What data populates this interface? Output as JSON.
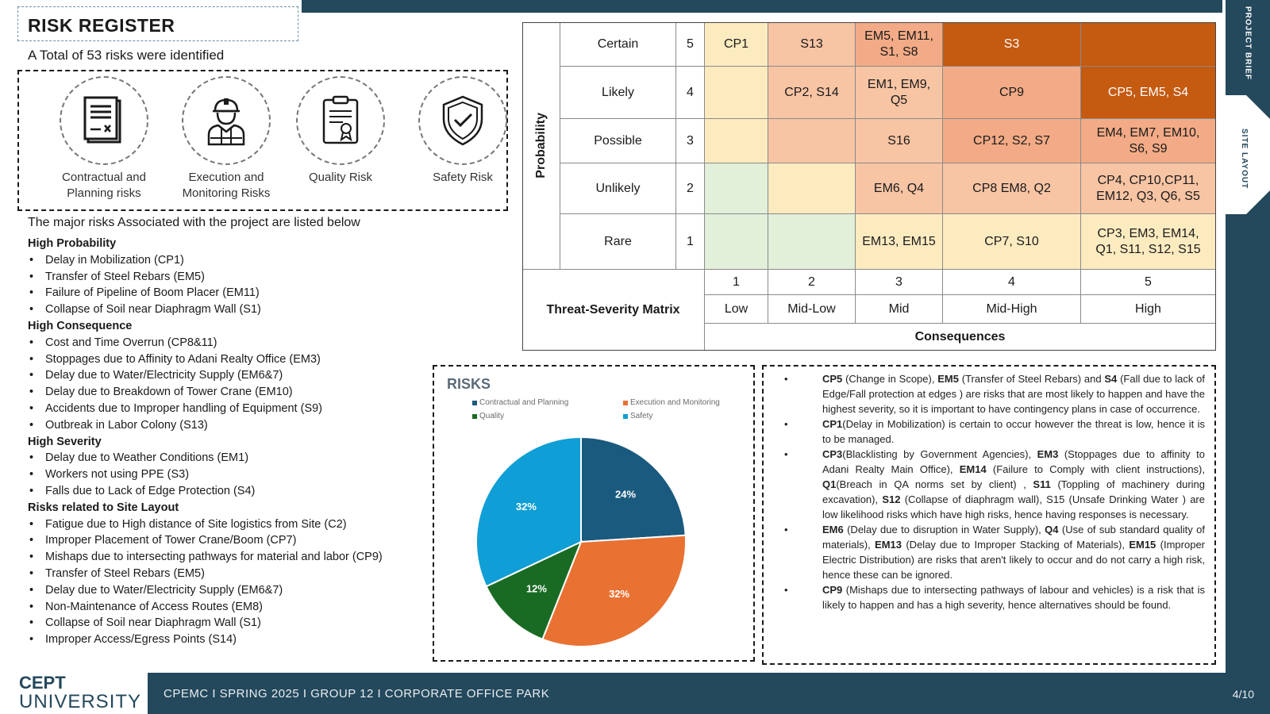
{
  "title": "RISK REGISTER",
  "total": "A Total of 53 risks were identified",
  "categories": [
    {
      "label": "Contractual and Planning risks",
      "icon": "contract-document-icon"
    },
    {
      "label": "Execution and Monitoring Risks",
      "icon": "construction-worker-icon"
    },
    {
      "label": "Quality Risk",
      "icon": "quality-certificate-icon"
    },
    {
      "label": "Safety Risk",
      "icon": "safety-shield-icon"
    }
  ],
  "major_intro": "The major risks Associated with the project are listed below",
  "risk_groups": [
    {
      "heading": "High Probability",
      "items": [
        "Delay in Mobilization (CP1)",
        "Transfer of Steel Rebars (EM5)",
        "Failure of Pipeline of Boom Placer (EM11)",
        "Collapse of Soil near Diaphragm Wall (S1)"
      ]
    },
    {
      "heading": "High Consequence",
      "items": [
        "Cost and Time Overrun (CP8&11)",
        "Stoppages due to Affinity to Adani Realty Office (EM3)",
        "Delay due to Water/Electricity Supply (EM6&7)",
        "Delay due to Breakdown of Tower Crane (EM10)",
        "Accidents due to Improper handling of Equipment (S9)",
        "Outbreak in Labor Colony (S13)"
      ]
    },
    {
      "heading": "High Severity",
      "items": [
        "Delay due to Weather Conditions (EM1)",
        "Workers not using PPE (S3)",
        "Falls due to Lack of Edge Protection (S4)"
      ]
    },
    {
      "heading": "Risks related to Site Layout",
      "items": [
        "Fatigue due to High distance of Site logistics from Site (C2)",
        "Improper Placement of Tower Crane/Boom (CP7)",
        "Mishaps due to intersecting pathways for material and labor (CP9)",
        "Transfer of Steel Rebars (EM5)",
        "Delay due to Water/Electricity Supply (EM6&7)",
        "Non-Maintenance of Access Routes (EM8)",
        "Collapse of Soil near Diaphragm Wall (S1)",
        "Improper Access/Egress Points (S14)"
      ]
    }
  ],
  "matrix": {
    "probability_label": "Probability",
    "rows": [
      {
        "label": "Certain",
        "num": "5",
        "cells": [
          "CP1",
          "S13",
          "EM5, EM11, S1, S8",
          "S3",
          ""
        ]
      },
      {
        "label": "Likely",
        "num": "4",
        "cells": [
          "",
          "CP2, S14",
          "EM1, EM9, Q5",
          "CP9",
          "CP5, EM5, S4"
        ]
      },
      {
        "label": "Possible",
        "num": "3",
        "cells": [
          "",
          "",
          "S16",
          "CP12, S2, S7",
          "EM4, EM7, EM10, S6, S9"
        ]
      },
      {
        "label": "Unlikely",
        "num": "2",
        "cells": [
          "",
          "",
          "EM6, Q4",
          "CP8 EM8, Q2",
          "CP4, CP10,CP11, EM12, Q3, Q6, S5"
        ]
      },
      {
        "label": "Rare",
        "num": "1",
        "cells": [
          "",
          "",
          "EM13, EM15",
          "CP7, S10",
          "CP3, EM3, EM14, Q1, S11, S12, S15"
        ]
      }
    ],
    "cell_colors": [
      [
        "#fdebc0",
        "#f7c4a4",
        "#f2ab86",
        "#c55a11",
        "#c55a11"
      ],
      [
        "#fdebc0",
        "#f7c4a4",
        "#f7c4a4",
        "#f2ab86",
        "#c55a11"
      ],
      [
        "#fdebc0",
        "#f7c4a4",
        "#f7c4a4",
        "#f2ab86",
        "#f2ab86"
      ],
      [
        "#e2efd9",
        "#fdebc0",
        "#f7c4a4",
        "#f7c4a4",
        "#f7c4a4"
      ],
      [
        "#e2efd9",
        "#e2efd9",
        "#fdebc0",
        "#fdebc0",
        "#fdebc0"
      ]
    ],
    "col_nums": [
      "1",
      "2",
      "3",
      "4",
      "5"
    ],
    "col_labels": [
      "Low",
      "Mid-Low",
      "Mid",
      "Mid-High",
      "High"
    ],
    "matrix_label": "Threat-Severity Matrix",
    "consequences_label": "Consequences"
  },
  "chart_data": {
    "type": "pie",
    "title": "RISKS",
    "legend": [
      "Contractual and Planning",
      "Execution and Monitoring",
      "Quality",
      "Safety"
    ],
    "labels": [
      "Contractual and Planning",
      "Execution and Monitoring",
      "Quality",
      "Safety"
    ],
    "values": [
      24,
      32,
      12,
      32
    ],
    "value_labels": [
      "24%",
      "32%",
      "12%",
      "32%"
    ],
    "colors": [
      "#1a5a7e",
      "#e97132",
      "#196b24",
      "#0f9ed5"
    ],
    "legend_position": "top"
  },
  "notes": [
    [
      {
        "b": "CP5"
      },
      {
        "t": " (Change in Scope), "
      },
      {
        "b": "EM5"
      },
      {
        "t": " (Transfer of Steel Rebars) and "
      },
      {
        "b": "S4"
      },
      {
        "t": " (Fall due to lack of Edge/Fall protection at edges ) are risks that are most likely to happen and have the highest severity, so it is important to have contingency plans in case of occurrence."
      }
    ],
    [
      {
        "b": "CP1"
      },
      {
        "t": "(Delay in Mobilization) is certain to occur however the threat is low, hence it is to be managed."
      }
    ],
    [
      {
        "b": "CP3"
      },
      {
        "t": "(Blacklisting by Government Agencies), "
      },
      {
        "b": "EM3"
      },
      {
        "t": " (Stoppages due to affinity to Adani Realty Main Office), "
      },
      {
        "b": "EM14"
      },
      {
        "t": " (Failure to Comply with client instructions), "
      },
      {
        "b": "Q1"
      },
      {
        "t": "(Breach in QA norms set by client) , "
      },
      {
        "b": "S11"
      },
      {
        "t": " (Toppling of machinery during excavation), "
      },
      {
        "b": "S12"
      },
      {
        "t": " (Collapse of diaphragm wall), S15 (Unsafe Drinking Water ) are low likelihood risks which have high risks, hence having responses is necessary."
      }
    ],
    [
      {
        "b": "EM6"
      },
      {
        "t": " (Delay due to disruption in Water Supply), "
      },
      {
        "b": "Q4"
      },
      {
        "t": " (Use of sub standard quality of materials), "
      },
      {
        "b": "EM13"
      },
      {
        "t": " (Delay due to Improper Stacking of Materials), "
      },
      {
        "b": "EM15"
      },
      {
        "t": " (Improper Electric Distribution) are risks that aren't likely to occur and do not carry a high risk, hence these can be ignored."
      }
    ],
    [
      {
        "b": "CP9"
      },
      {
        "t": " (Mishaps due to intersecting pathways of labour and vehicles) is a risk that is likely to happen and has a high severity, hence alternatives should be found."
      }
    ]
  ],
  "side_tabs": {
    "brief": "PROJECT BRIEF",
    "layout": "SITE LAYOUT"
  },
  "logo": {
    "line1": "CEPT",
    "line2": "UNIVERSITY"
  },
  "footer": {
    "text": "CPEMC I SPRING 2025 I GROUP 12 I CORPORATE OFFICE PARK",
    "page": "4/10"
  }
}
